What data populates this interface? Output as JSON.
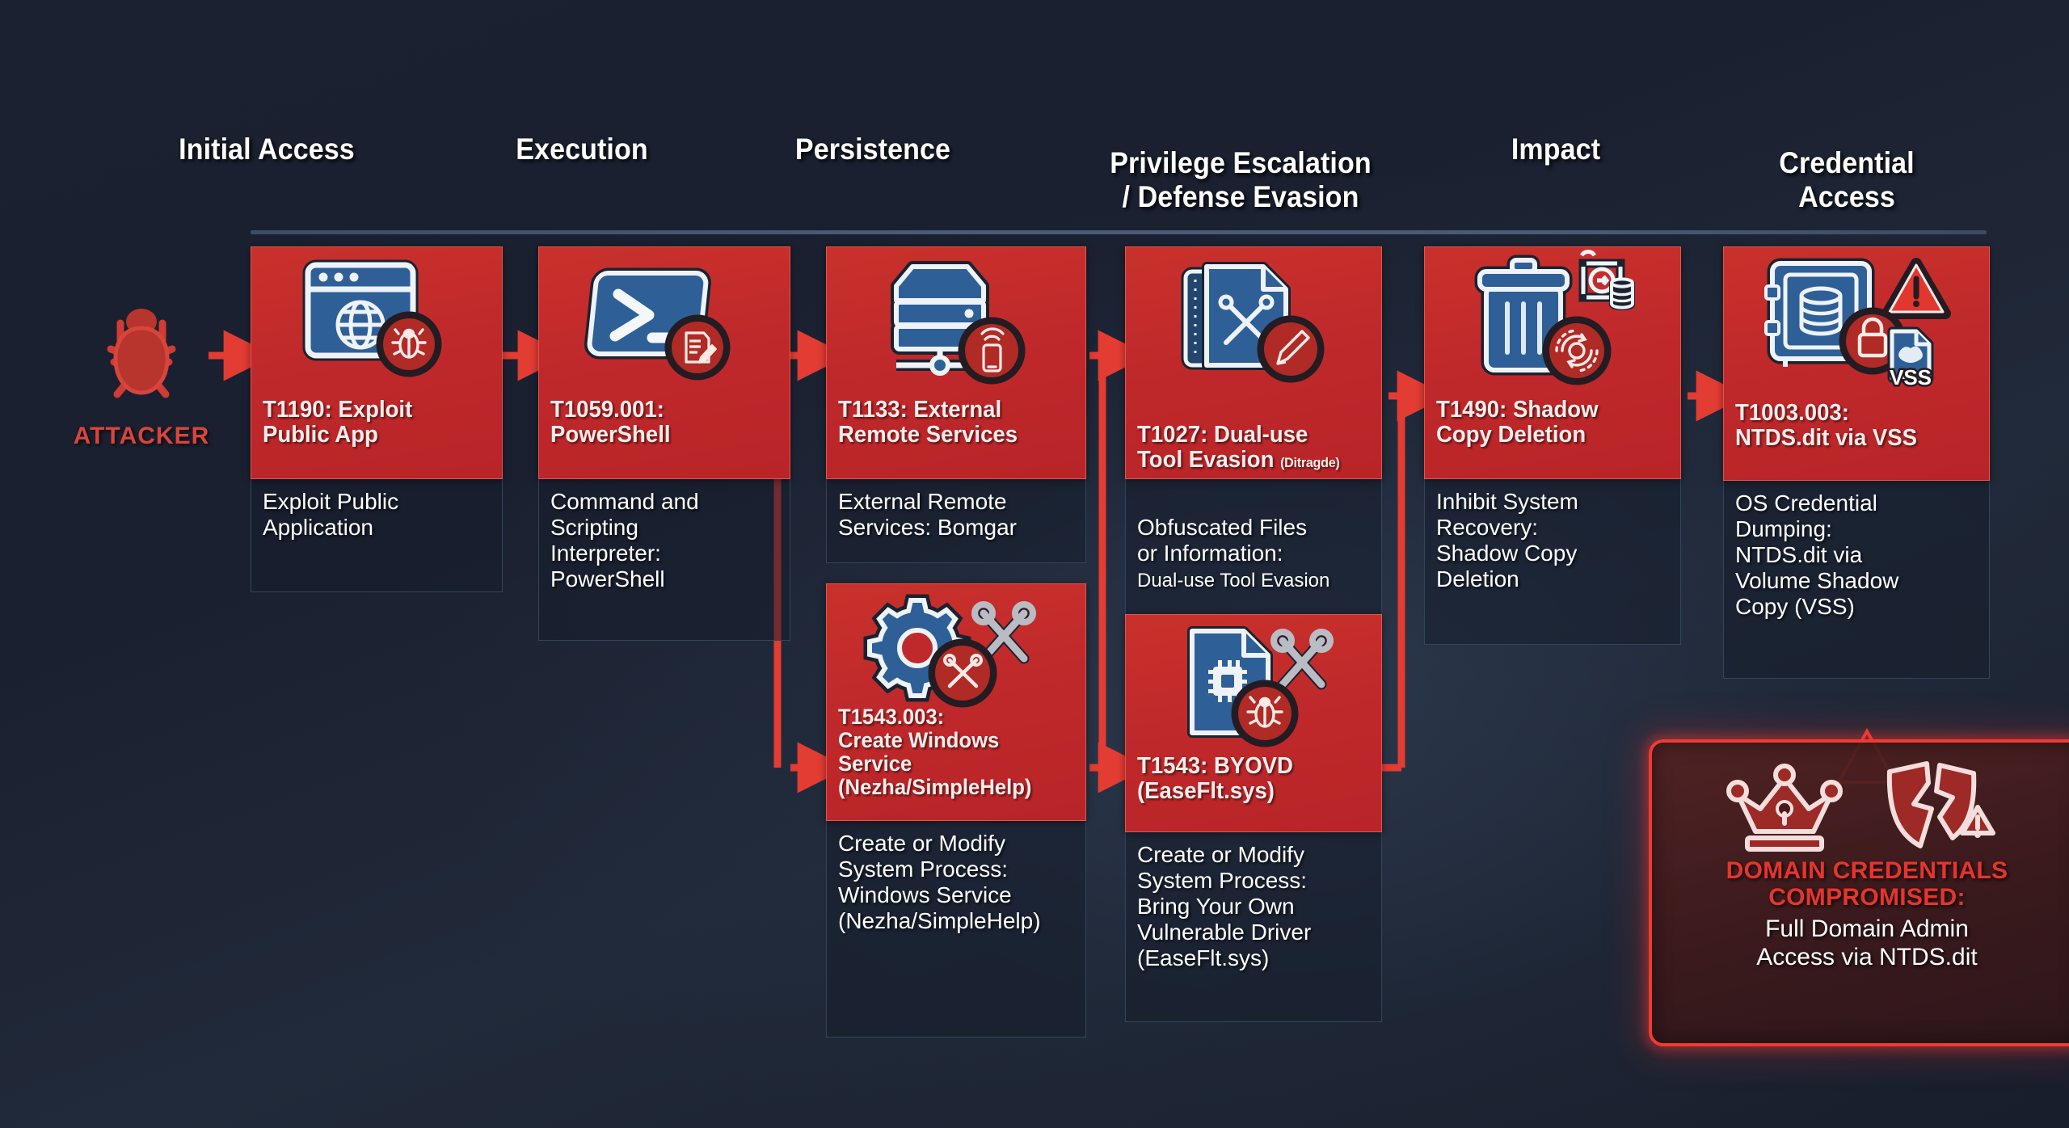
{
  "diagram": {
    "attacker_label": "ATTACKER",
    "attacker_icon": "bug-icon"
  },
  "columns": [
    {
      "id": "initial-access",
      "label": "Initial Access"
    },
    {
      "id": "execution",
      "label": "Execution"
    },
    {
      "id": "persistence",
      "label": "Persistence"
    },
    {
      "id": "privilege-escalation",
      "label": "Privilege Escalation\n/ Defense Evasion"
    },
    {
      "id": "impact",
      "label": "Impact"
    },
    {
      "id": "credential-access",
      "label": "Credential\nAccess"
    }
  ],
  "cards": {
    "t1190": {
      "technique_id": "T1190",
      "title": "T1190: Exploit\nPublic App",
      "body": "Exploit Public\nApplication",
      "icons": [
        "browser-window-icon",
        "bug-badge-icon"
      ]
    },
    "t1059": {
      "technique_id": "T1059.001",
      "title": "T1059.001:\nPowerShell",
      "body": "Command and\nScripting\nInterpreter:\nPowerShell",
      "icons": [
        "powershell-icon",
        "script-edit-badge-icon"
      ]
    },
    "t1133": {
      "technique_id": "T1133",
      "title": "T1133: External\nRemote Services",
      "body": "External Remote\nServices: Bomgar",
      "icons": [
        "server-network-icon",
        "mobile-remote-badge-icon"
      ]
    },
    "t1543_003": {
      "technique_id": "T1543.003",
      "title": "T1543.003:\nCreate Windows\nService\n(Nezha/SimpleHelp)",
      "body": "Create or Modify\nSystem Process:\nWindows Service\n(Nezha/SimpleHelp)",
      "icons": [
        "gear-icon",
        "tools-badge-icon",
        "wrench-screwdriver-icon"
      ]
    },
    "t1027": {
      "technique_id": "T1027",
      "title": "T1027: Dual-use\nTool Evasion ",
      "title_small": "(Ditragde)",
      "body": "Obfuscated Files\nor Information:",
      "body_small": "Dual-use Tool Evasion",
      "icons": [
        "document-tools-icon",
        "pen-obfuscate-badge-icon"
      ]
    },
    "t1543": {
      "technique_id": "T1543",
      "title": "T1543: BYOVD\n(EaseFlt.sys)",
      "body": "Create or Modify\nSystem Process:\nBring Your Own\nVulnerable Driver\n(EaseFlt.sys)",
      "icons": [
        "driver-file-icon",
        "bug-badge-icon",
        "wrench-screwdriver-icon"
      ]
    },
    "t1490": {
      "technique_id": "T1490",
      "title": "T1490: Shadow\nCopy Deletion",
      "body": "Inhibit System\nRecovery:\nShadow Copy\nDeletion",
      "icons": [
        "trash-bin-icon",
        "restore-badge-icon",
        "backup-database-icon"
      ]
    },
    "t1003_003": {
      "technique_id": "T1003.003",
      "title": "T1003.003:\nNTDS.dit via VSS",
      "body": "OS Credential\nDumping:\nNTDS.dit via\nVolume Shadow\nCopy (VSS)",
      "icons": [
        "safe-database-icon",
        "lock-badge-icon",
        "vss-file-icon",
        "warning-triangle-icon"
      ],
      "vss_label": "VSS"
    }
  },
  "callout": {
    "title": "DOMAIN CREDENTIALS\nCOMPROMISED:",
    "subtitle": "Full Domain Admin\nAccess via NTDS.dit",
    "icons": [
      "crown-key-icon",
      "broken-shield-warning-icon"
    ]
  },
  "colors": {
    "background": "#1b2130",
    "card_red": "#c0292b",
    "card_border_red": "#e8544a",
    "body_border": "#33455c",
    "arrow_red": "#e33c33",
    "attacker_red": "#d8453c",
    "header_text": "#ffffff",
    "icon_blue": "#2f5f97",
    "icon_outline": "#eef3f8",
    "callout_glow": "#ef3b33"
  }
}
